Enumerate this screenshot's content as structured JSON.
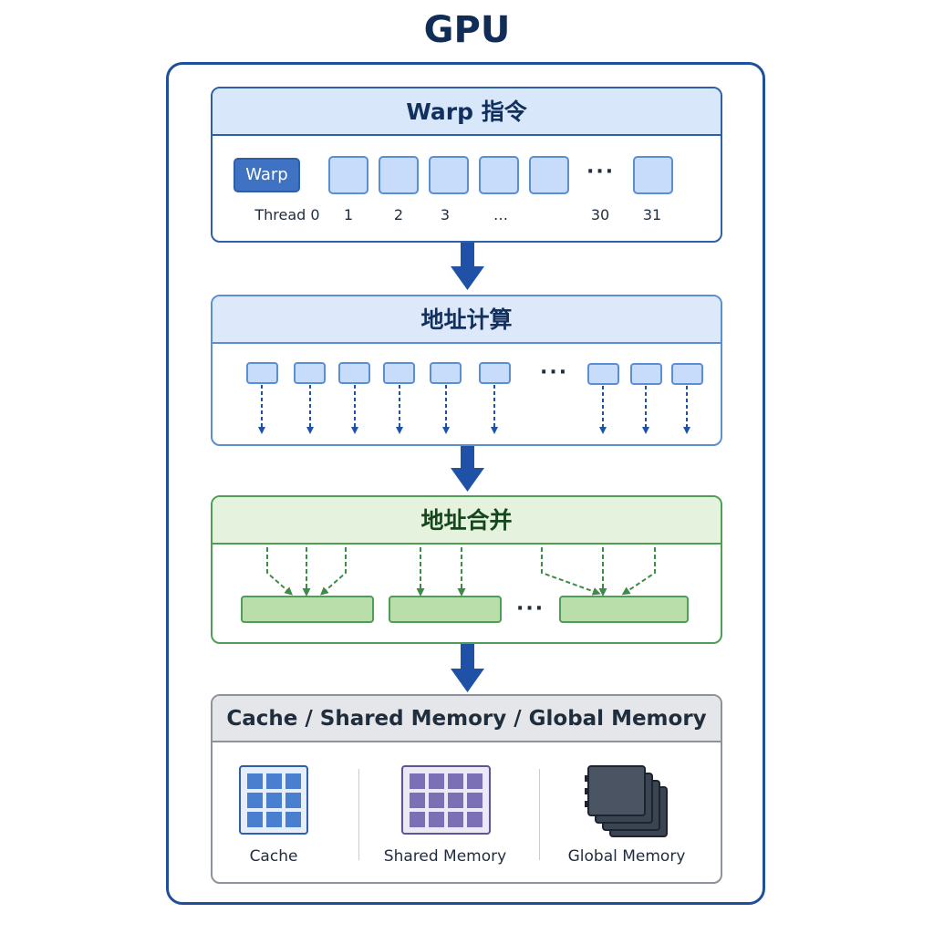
{
  "title": "GPU",
  "warp_section": {
    "header": "Warp 指令",
    "badge": "Warp",
    "labels": [
      "Thread 0",
      "1",
      "2",
      "3",
      "…",
      "30",
      "31"
    ]
  },
  "address_calc_section": {
    "header": "地址计算"
  },
  "coalesce_section": {
    "header": "地址合并"
  },
  "memory_section": {
    "header": "Cache / Shared Memory / Global Memory",
    "items": [
      {
        "label": "Cache",
        "icon": "cache-grid-icon",
        "color": "#3f72c2"
      },
      {
        "label": "Shared Memory",
        "icon": "shared-memory-grid-icon",
        "color": "#6a5ea8"
      },
      {
        "label": "Global Memory",
        "icon": "global-memory-chip-stack-icon",
        "color": "#3b4452"
      }
    ]
  },
  "colors": {
    "blue_accent": "#2f5fa8",
    "green_accent": "#4f9e57",
    "arrow_blue": "#1f52a6"
  }
}
